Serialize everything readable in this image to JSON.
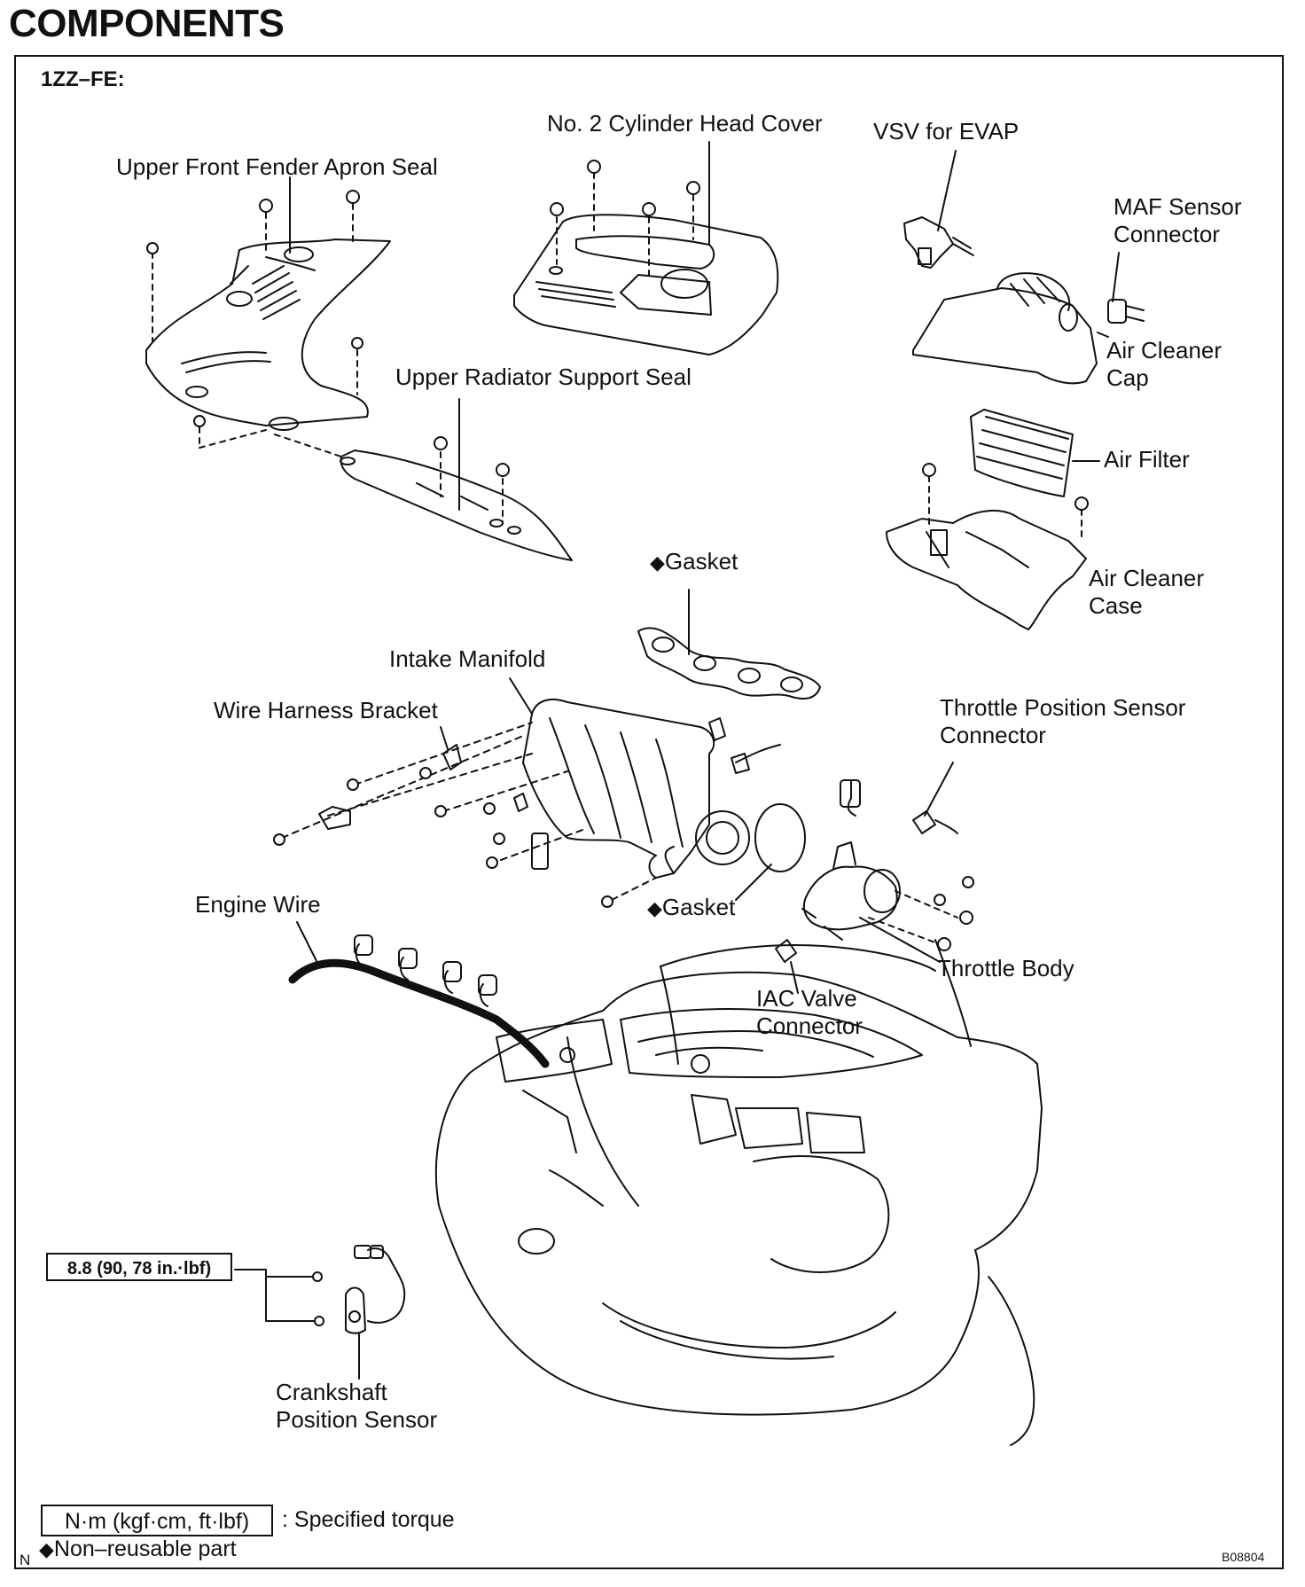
{
  "header": {
    "title": "COMPONENTS"
  },
  "engine_code": "1ZZ–FE:",
  "labels": {
    "cylinder_head_cover": "No. 2 Cylinder Head Cover",
    "vsv_evap": "VSV for EVAP",
    "fender_apron_seal": "Upper Front Fender Apron Seal",
    "maf_line1": "MAF Sensor",
    "maf_line2": "Connector",
    "radiator_support_seal": "Upper Radiator Support Seal",
    "air_cleaner_cap_line1": "Air Cleaner",
    "air_cleaner_cap_line2": "Cap",
    "air_filter": "Air Filter",
    "gasket_top": "Gasket",
    "air_cleaner_case_line1": "Air Cleaner",
    "air_cleaner_case_line2": "Case",
    "intake_manifold": "Intake Manifold",
    "wire_harness_bracket": "Wire Harness Bracket",
    "tps_line1": "Throttle Position Sensor",
    "tps_line2": "Connector",
    "engine_wire": "Engine Wire",
    "gasket_bottom": "Gasket",
    "throttle_body": "Throttle Body",
    "iac_line1": "IAC Valve",
    "iac_line2": "Connector",
    "crank_line1": "Crankshaft",
    "crank_line2": "Position Sensor"
  },
  "torque_spec": "8.8 (90, 78 in.·lbf)",
  "legend": {
    "unit": "N·m (kgf·cm, ft·lbf)",
    "unit_desc": ": Specified torque",
    "non_reusable": "Non–reusable part",
    "diamond_symbol": "◆"
  },
  "footer": {
    "left_code": "N",
    "figure_code": "B08804"
  }
}
